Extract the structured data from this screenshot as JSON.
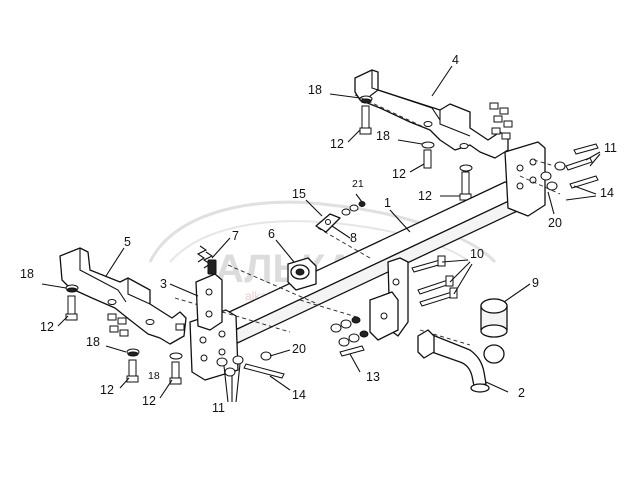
{
  "watermark": {
    "brand": "АЛЬКА",
    "tagline": "alkatowbar.com"
  },
  "callouts": {
    "c1": "1",
    "c2": "2",
    "c3": "3",
    "c4": "4",
    "c5": "5",
    "c6": "6",
    "c7": "7",
    "c8": "8",
    "c9": "9",
    "c10": "10",
    "c11a": "11",
    "c11b": "11",
    "c12a": "12",
    "c12b": "12",
    "c12c": "12",
    "c12d": "12",
    "c12e": "12",
    "c12f": "12",
    "c13": "13",
    "c14a": "14",
    "c14b": "14",
    "c15": "15",
    "c18a": "18",
    "c18b": "18",
    "c18c": "18",
    "c18d": "18",
    "c18e": "18",
    "c20a": "20",
    "c20b": "20",
    "c21": "21"
  }
}
